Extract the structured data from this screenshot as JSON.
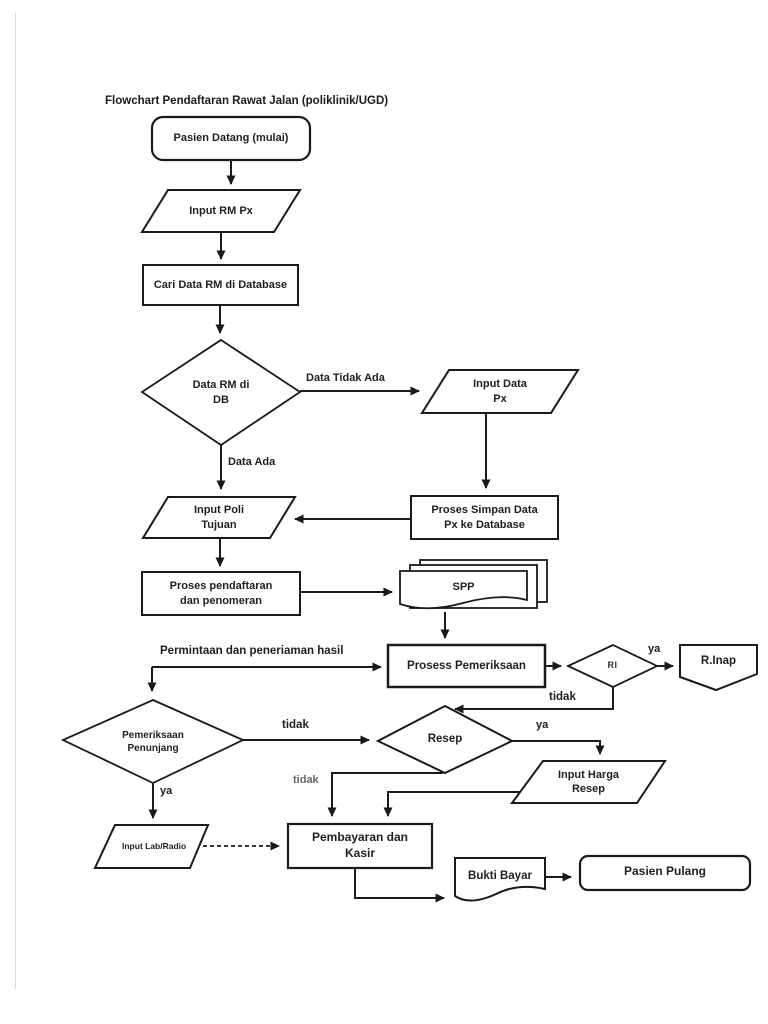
{
  "title": "Flowchart Pendaftaran Rawat Jalan (poliklinik/UGD)",
  "colors": {
    "ink": "#1a1a1a",
    "muted_label": "#666666",
    "page_edge": "#dcdcdc",
    "background": "#ffffff"
  },
  "nodes": {
    "start": "Pasien Datang (mulai)",
    "input_rm": "Input RM Px",
    "cari_data": "Cari Data RM di Database",
    "cek_rm": "Data RM di DB",
    "input_data_px": "Input Data Px",
    "input_poli": "Input Poli Tujuan",
    "proses_simpan": "Proses Simpan Data Px ke Database",
    "proses_pendaftaran": "Proses pendaftaran dan penomeran",
    "spp": "SPP",
    "pemeriksaan": "Prosess Pemeriksaan",
    "ri": "RI",
    "r_inap": "R.Inap",
    "penunjang": "Pemeriksaan Penunjang",
    "resep": "Resep",
    "input_harga": "Input Harga Resep",
    "input_lab": "Input Lab/Radio",
    "pembayaran": "Pembayaran dan Kasir",
    "bukti": "Bukti Bayar",
    "pulang": "Pasien Pulang"
  },
  "edge_labels": {
    "data_tidak_ada": "Data Tidak Ada",
    "data_ada": "Data Ada",
    "permintaan": "Permintaan dan peneriaman hasil",
    "ri_ya": "ya",
    "ri_tidak": "tidak",
    "penunjang_tidak": "tidak",
    "penunjang_ya": "ya",
    "resep_ya": "ya",
    "resep_tidak": "tidak"
  }
}
